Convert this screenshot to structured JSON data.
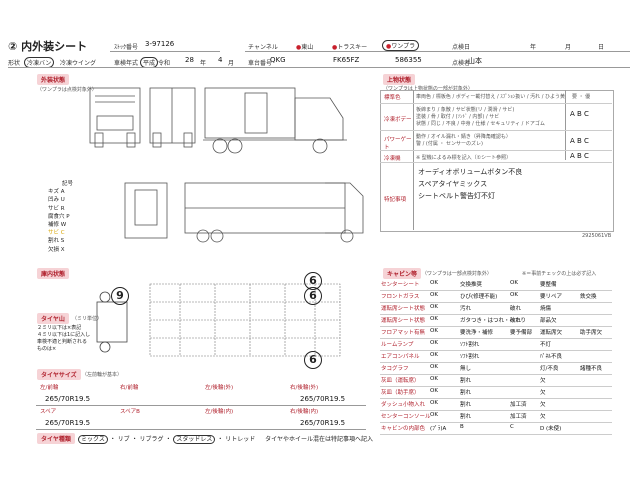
{
  "header": {
    "title_num": "②",
    "title": "内外装シート",
    "stock_label": "ｽﾄｯｸ番号",
    "stock_value": "3-97126",
    "channel_label": "チャンネル",
    "channel_options": [
      "東山",
      "トラスキー",
      "ワンプラ"
    ],
    "inspect_date_label": "点検日",
    "date_parts": [
      "年",
      "月",
      "日"
    ],
    "shape_label": "形状",
    "shape_value": "冷凍バン",
    "shape_extra": "冷凍ウイング",
    "year_label": "車検年式",
    "era_options": [
      "平成",
      "令和"
    ],
    "year_value": "28",
    "year_unit": "年",
    "month_value": "4",
    "month_unit": "月",
    "model_label": "車台番号",
    "model_prefix": "QKG",
    "model_value": "FK65FZ",
    "serial_value": "586355",
    "inspector_label": "点検者",
    "inspector_value": "山本"
  },
  "sections": {
    "exterior": "外装状態",
    "exterior_note": "（ワンプラは点検対象外）",
    "interior": "庫内状態",
    "tire_state": "タイヤ山",
    "tire_state_note": "（ミリ単位）",
    "tire_note_lines": [
      "２ミリ以下は×表記",
      "４ミリ以下は1に記入し",
      "車検不適と判断される",
      "ものは×"
    ],
    "tire_size": "タイヤサイズ",
    "tire_size_note": "（左前輪が基本）",
    "tire_kind": "タイヤ種類",
    "upper": "上物状態",
    "upper_note": "（ワンプラは上物状態の一部が対象外）",
    "cabin": "キャビン等",
    "cabin_note": "（ワンプラは一部点検対象外）",
    "cabin_note2": "※＝事前チェックの上は必ず記入"
  },
  "legend": {
    "title": "記号",
    "items": [
      {
        "label": "キズ",
        "code": "A"
      },
      {
        "label": "凹み",
        "code": "U"
      },
      {
        "label": "サビ",
        "code": "R"
      },
      {
        "label": "腐食穴",
        "code": "P"
      },
      {
        "label": "補修",
        "code": "W"
      },
      {
        "label": "サビ",
        "code": "C"
      },
      {
        "label": "割れ",
        "code": "S"
      },
      {
        "label": "欠損",
        "code": "X"
      }
    ]
  },
  "upper_rows": [
    {
      "label": "標準色",
      "text": "車両色 / 標板色 / ボディー載付替え / ｽﾌﾟｼｮﾝ扱い / 汚れ / ひよう黄",
      "grade": "要 ・ 優"
    },
    {
      "label": "冷凍ボデー",
      "text": "板締まり / 象散 / サビ状態(リ / 潤滑 / サビ)\n塗装 / 骨 / 取付 / (ｿﾝﾄﾞ / 内部) / サビ\n状態 / 同じ / 不良 / 中身 / 仕様 / セキュリティ / ドアゴム",
      "grade": "A B C"
    },
    {
      "label": "パワーゲート",
      "text": "動作 / オイル漏れ・錆き（昇降角確認も）\n警 / (付属 ・ センサーのズレ)",
      "grade": "A B C"
    },
    {
      "label": "冷凍機",
      "text": "※ 型機によるみ標を記入（①シート参照）",
      "grade": "A B C"
    },
    {
      "label": "特記事項",
      "lines": [
        "オーディオボリュームボタン不良",
        "スペアタイヤミックス",
        "シートベルト警告灯不灯"
      ]
    }
  ],
  "interior_tires": {
    "left_front": "9",
    "right_front": "6",
    "rear_top": "6",
    "rear_bottom": "6"
  },
  "cabin_rows": [
    {
      "label": "センターシート",
      "v1": "OK",
      "v2": "交換推奨",
      "v3": "OK",
      "v4": "要整備"
    },
    {
      "label": "フロントガラス",
      "v1": "OK",
      "v2": "ひび(修理不能)",
      "v3": "OK",
      "v4": "要リペア",
      "v5": "鉄交換"
    },
    {
      "label": "運転席シート状態",
      "v1": "OK",
      "v2": "汚れ",
      "v3": "破れ",
      "v4": "焼傷"
    },
    {
      "label": "運転席シート状態",
      "v1": "OK",
      "v2": "ガタつき・はつれ・へたり",
      "v3": "破れ",
      "v4": "部品欠"
    },
    {
      "label": "フロアマット有無",
      "v1": "OK",
      "v2": "要洗浄・補修",
      "v3": "要予備部",
      "v4": "運転席欠",
      "v5": "助手席欠"
    },
    {
      "label": "ルームランプ",
      "v1": "OK",
      "v2": "ｿﾌﾄ割れ",
      "v4": "不灯"
    },
    {
      "label": "エアコンパネル",
      "v1": "OK",
      "v2": "ｿﾌﾄ割れ",
      "v4": "ﾊﾟﾈﾙ不良"
    },
    {
      "label": "タコグラフ",
      "v1": "OK",
      "v2": "無し",
      "v4": "灯/不良",
      "v5": "諸種不良"
    },
    {
      "label": "灰皿（運転席）",
      "v1": "OK",
      "v2": "割れ",
      "v4": "欠"
    },
    {
      "label": "灰皿（助手席）",
      "v1": "OK",
      "v2": "割れ",
      "v4": "欠"
    },
    {
      "label": "ダッシュ小物入れ",
      "v1": "OK",
      "v2": "割れ",
      "v3": "加工済",
      "v4": "欠"
    },
    {
      "label": "センターコンソール",
      "v1": "OK",
      "v2": "割れ",
      "v3": "加工済",
      "v4": "欠"
    },
    {
      "label": "キャビンの内部色",
      "v1": "(ﾌﾟﾗ)A",
      "v2": "B",
      "v3": "C",
      "v4": "D (未使)"
    }
  ],
  "tire_sizes": {
    "headers": [
      "左/前輪",
      "右/前輪",
      "左/後輪(外)",
      "右/後輪(外)",
      "スペア",
      "スペアB",
      "左/後輪(内)",
      "右/後輪(内)"
    ],
    "values": [
      "265/70R19.5",
      "",
      "",
      "265/70R19.5",
      "265/70R19.5",
      "",
      "",
      "265/70R19.5"
    ]
  },
  "tire_kind": {
    "options": [
      "ミックス",
      "リブ",
      "リブラグ",
      "スタッドレス",
      "リトレッド"
    ],
    "note": "タイヤやホイール混在は特記事項へ記入"
  },
  "footer_code": "2925061VB"
}
